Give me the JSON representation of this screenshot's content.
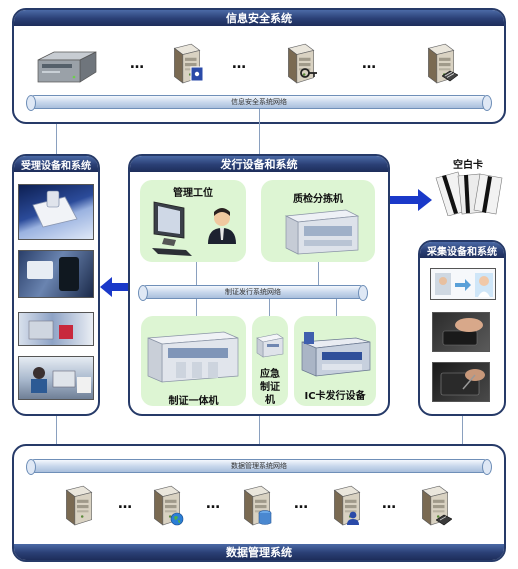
{
  "infosec": {
    "title": "信息安全系统",
    "network": "信息安全系统网络"
  },
  "reception": {
    "title": "受理设备和系统"
  },
  "issuing": {
    "title": "发行设备和系统",
    "network": "制证发行系统网络",
    "workstation": "管理工位",
    "qc_sorter": "质检分拣机",
    "all_in_one": "制证一体机",
    "emergency": "应急制证机",
    "ic_issuer": "IC卡发行设备"
  },
  "blank_card": {
    "label": "空白卡"
  },
  "collection": {
    "title": "采集设备和系统"
  },
  "datamgmt": {
    "title": "数据管理系统",
    "network": "数据管理系统网络"
  },
  "ellipsis": "…",
  "colors": {
    "panel_border": "#263a68",
    "title_bar": "#2a3f75",
    "green_area": "#ddf5d3",
    "arrow": "#1a39c9"
  },
  "icons": [
    "tape-drive-icon",
    "server-icon",
    "shield-server-icon",
    "key-server-icon",
    "firewall-server-icon",
    "globe-server-icon",
    "database-server-icon",
    "user-server-icon",
    "gear-server-icon"
  ]
}
